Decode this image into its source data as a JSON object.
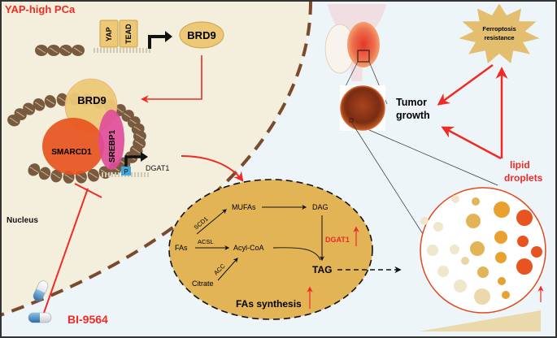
{
  "title": "YAP-high PCa",
  "nucleus_label": "Nucleus",
  "transcription_factors": [
    "YAP",
    "TEAD"
  ],
  "target_gene_top": "BRD9",
  "complex": {
    "brd9": "BRD9",
    "smarcd1": "SMARCD1",
    "srebp1": "SREBP1",
    "promoter_mark": "P",
    "target_gene": "DGAT1"
  },
  "inhibitor": "BI-9564",
  "pathway": {
    "title": "FAs synthesis",
    "nodes": {
      "fas": "FAs",
      "mufas": "MUFAs",
      "dag": "DAG",
      "acyl_coa": "Acyl-CoA",
      "citrate": "Citrate",
      "tag": "TAG"
    },
    "enzymes": {
      "scd1": "SCD1",
      "acsl": "ACSL",
      "acc": "ACC",
      "dgat1": "DGAT1"
    }
  },
  "outcomes": {
    "ferroptosis": "Ferroptosis resistance",
    "ferroptosis_line1": "Ferroptosis",
    "ferroptosis_line2": "resistance",
    "tumor_line1": "Tumor",
    "tumor_line2": "growth",
    "lipid_line1": "lipid",
    "lipid_line2": "droplets"
  },
  "colors": {
    "accent_red": "#ee2b24",
    "nucleus_bg": "#f3efdc",
    "cyto_bg": "#eef5f8",
    "ellipse_fill": "#e2b456",
    "smarcd1": "#e8541f",
    "srebp1": "#e04a9a",
    "brd9": "#ecc877",
    "membrane": "#7a4a2a"
  }
}
